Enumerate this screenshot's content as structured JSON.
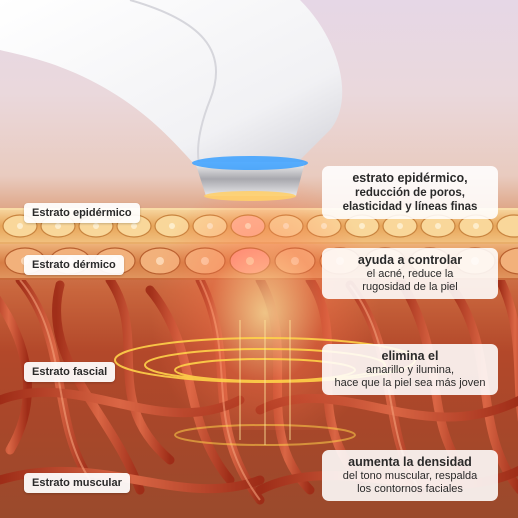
{
  "layers": {
    "epidermal": "Estrato epidérmico",
    "dermal": "Estrato dérmico",
    "fascial": "Estrato fascial",
    "muscular": "Estrato muscular"
  },
  "callouts": [
    {
      "title": "estrato epidérmico,",
      "lines": [
        "reducción de poros,",
        "elasticidad y líneas finas"
      ]
    },
    {
      "title": "ayuda a controlar",
      "lines": [
        "el acné, reduce la",
        "rugosidad de la piel"
      ]
    },
    {
      "title": "elimina el",
      "lines": [
        "amarillo y ilumina,",
        "hace que la piel sea más joven"
      ]
    },
    {
      "title": "aumenta la densidad",
      "lines": [
        "del tono muscular, respalda",
        "los contornos faciales"
      ]
    }
  ],
  "colors": {
    "light_ring": "#3aa0ff",
    "energy_glow": "#ffd24a",
    "fiber": "#c73a22"
  }
}
